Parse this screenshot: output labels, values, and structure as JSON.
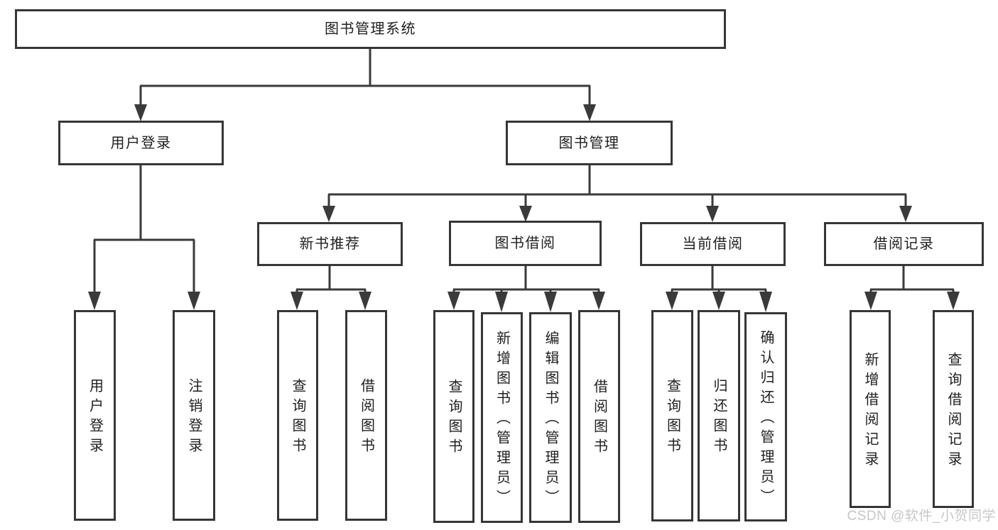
{
  "nodes": {
    "root": "图书管理系统",
    "user_login": "用户登录",
    "book_management": "图书管理",
    "new_book_recommend": "新书推荐",
    "book_borrowing": "图书借阅",
    "current_borrowing": "当前借阅",
    "borrowing_records": "借阅记录",
    "login": "用户登录",
    "logout": "注销登录",
    "recommend_query_books": "查询图书",
    "recommend_borrow_books": "借阅图书",
    "borrowing_query_books": "查询图书",
    "borrowing_add_books": "新增图书（管理员）",
    "borrowing_edit_books": "编辑图书（管理员）",
    "borrowing_borrow_books": "借阅图书",
    "current_query_books": "查询图书",
    "current_return_books": "归还图书",
    "current_confirm_return": "确认归还（管理员）",
    "records_add_record": "新增借阅记录",
    "records_query_record": "查询借阅记录"
  },
  "watermark": "CSDN @软件_小贺同学",
  "colors": {
    "line": "#3a3a3a",
    "box_border": "#363636",
    "text": "#1f1f1f",
    "watermark": "#c7c7c7",
    "background": "#ffffff"
  }
}
